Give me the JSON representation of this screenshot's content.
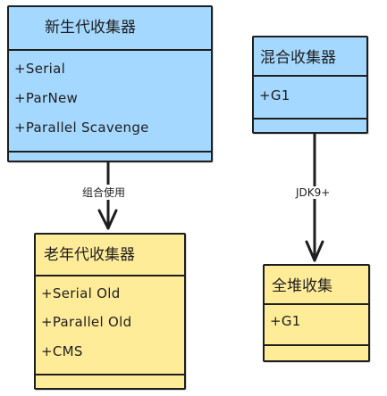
{
  "nodes": {
    "young": {
      "title": "新生代收集器",
      "members": [
        "+Serial",
        "+ParNew",
        "+Parallel Scavenge"
      ]
    },
    "old": {
      "title": "老年代收集器",
      "members": [
        "+Serial Old",
        "+Parallel Old",
        "+CMS"
      ]
    },
    "mixed": {
      "title": "混合收集器",
      "members": [
        "+G1"
      ]
    },
    "whole": {
      "title": "全堆收集",
      "members": [
        "+G1"
      ]
    }
  },
  "edges": [
    {
      "from": "新生代收集器",
      "to": "老年代收集器",
      "label": "组合使用"
    },
    {
      "from": "混合收集器",
      "to": "全堆收集",
      "label": "JDK9+"
    }
  ],
  "colors": {
    "young_fill": "#a5d8ff",
    "mixed_fill": "#a5d8ff",
    "old_fill": "#ffec99",
    "whole_fill": "#ffec99",
    "stroke": "#1e1e1e"
  }
}
